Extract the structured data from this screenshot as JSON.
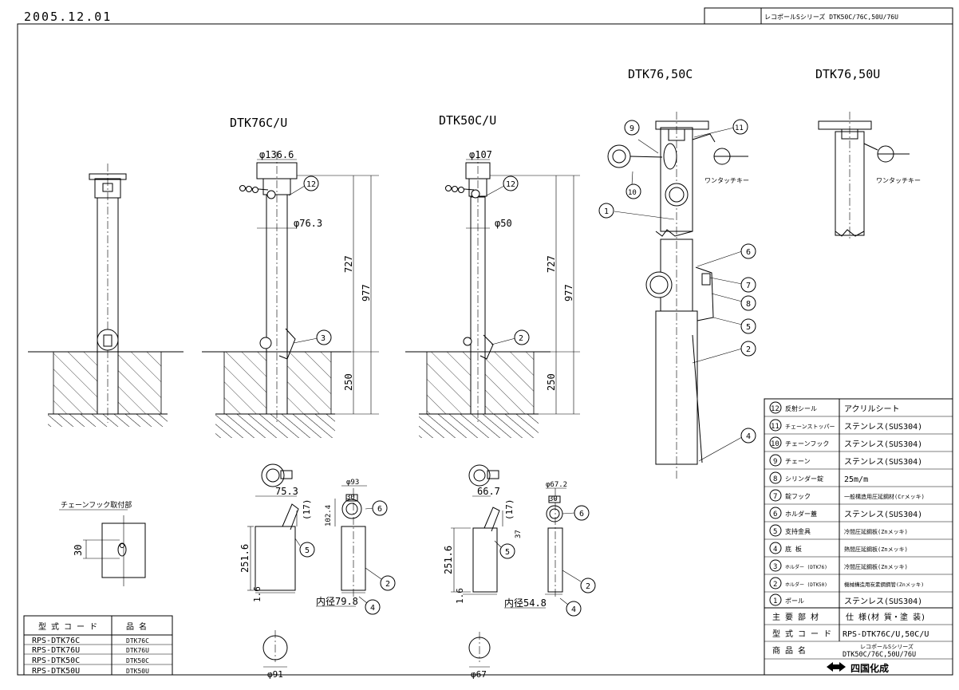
{
  "header": {
    "date": "2005.12.01",
    "title_block": "レコポールSシリーズ DTK50C/76C,50U/76U"
  },
  "views": {
    "dtk76cu": "DTK76C/U",
    "dtk50cu": "DTK50C/U",
    "dtk7650c": "DTK76,50C",
    "dtk7650u": "DTK76,50U"
  },
  "dims": {
    "d136": "φ136.6",
    "d763": "φ76.3",
    "d107": "φ107",
    "d50": "φ50",
    "h727a": "727",
    "h977a": "977",
    "h250a": "250",
    "h727b": "727",
    "h977b": "977",
    "h250b": "250",
    "d93": "φ93",
    "d30a": "30",
    "d753": "75.3",
    "d17a": "(17)",
    "d1024": "102.4",
    "d2516a": "251.6",
    "d16a": "1.6",
    "inner798": "内径79.8",
    "d91": "φ91",
    "d672": "φ67.2",
    "d30b": "30",
    "d667": "66.7",
    "d17b": "(17)",
    "d37": "37",
    "d2516b": "251.6",
    "d16b": "1.6",
    "inner548": "内径54.8",
    "d67": "φ67",
    "chain_dim": "30"
  },
  "labels": {
    "one_touch_key_1": "ワンタッチキー",
    "one_touch_key_2": "ワンタッチキー",
    "chain_hook_section": "チェーンフック取付部"
  },
  "callouts": {
    "c1": "1",
    "c2": "2",
    "c3": "3",
    "c4": "4",
    "c5": "5",
    "c6": "6",
    "c7": "7",
    "c8": "8",
    "c9": "9",
    "c10": "10",
    "c11": "11",
    "c12": "12",
    "c12b": "12",
    "c3b": "2",
    "c5a": "5",
    "c6a": "6",
    "c2a": "2",
    "c4a": "4",
    "c5b": "5",
    "c6b": "6",
    "c2b": "2",
    "c4b": "4"
  },
  "model_table": {
    "headers": [
      "型 式 コ ー ド",
      "品 名"
    ],
    "rows": [
      [
        "RPS-DTK76C",
        "DTK76C"
      ],
      [
        "RPS-DTK76U",
        "DTK76U"
      ],
      [
        "RPS-DTK50C",
        "DTK50C"
      ],
      [
        "RPS-DTK50U",
        "DTK50U"
      ]
    ]
  },
  "parts_table": {
    "rows": [
      {
        "no": "12",
        "name": "反射シール",
        "spec": "アクリルシート"
      },
      {
        "no": "11",
        "name": "チェーンストッパー",
        "spec": "ステンレス(SUS304)"
      },
      {
        "no": "10",
        "name": "チェーンフック",
        "spec": "ステンレス(SUS304)"
      },
      {
        "no": "9",
        "name": "チェーン",
        "spec": "ステンレス(SUS304)"
      },
      {
        "no": "8",
        "name": "シリンダー錠",
        "spec": "25m/m"
      },
      {
        "no": "7",
        "name": "錠フック",
        "spec": "一般構造用圧延鋼材(Crメッキ)"
      },
      {
        "no": "6",
        "name": "ホルダー蓋",
        "spec": "ステンレス(SUS304)"
      },
      {
        "no": "5",
        "name": "支持金具",
        "spec": "冷間圧延鋼板(Znメッキ)"
      },
      {
        "no": "4",
        "name": "底 板",
        "spec": "熱間圧延鋼板(Znメッキ)"
      },
      {
        "no": "3",
        "name": "ホルダー (DTK76)",
        "spec": "冷間圧延鋼板(Znメッキ)"
      },
      {
        "no": "2",
        "name": "ホルダー (DTK50)",
        "spec": "機械構造用炭素鋼鋼管(Znメッキ)"
      },
      {
        "no": "1",
        "name": "ポール",
        "spec": "ステンレス(SUS304)"
      }
    ],
    "main_parts_label": "主 要 部 材",
    "spec_label": "仕 様(材 質・塗 装)",
    "model_code_label": "型 式 コ ー ド",
    "model_code_value": "RPS-DTK76C/U,50C/U",
    "product_name_label": "商 品 名",
    "product_name_line1": "レコポールSシリーズ",
    "product_name_line2": "DTK50C/76C,50U/76U",
    "company": "四国化成"
  }
}
